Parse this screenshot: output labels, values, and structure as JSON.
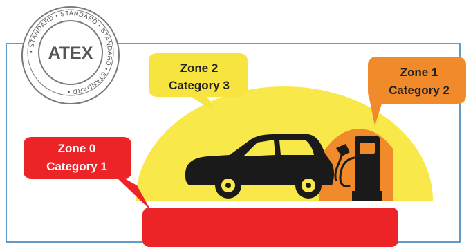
{
  "seal": {
    "title": "ATEX",
    "ring_text": "• STANDARD • STANDARD • STANDARD • STANDARD •"
  },
  "zones": [
    {
      "id": "zone2",
      "line1": "Zone 2",
      "line2": "Category 3",
      "color": "#f7e43f",
      "text_color": "#222222"
    },
    {
      "id": "zone1",
      "line1": "Zone 1",
      "line2": "Category 2",
      "color": "#f08a2a",
      "text_color": "#222222"
    },
    {
      "id": "zone0",
      "line1": "Zone 0",
      "line2": "Category 1",
      "color": "#ec2327",
      "text_color": "#ffffff"
    }
  ],
  "colors": {
    "frame": "#2e7ab6",
    "zone2_fill": "#f9e84a",
    "zone1_fill": "#f08a2a",
    "zone0_fill": "#ec2327",
    "silhouette": "#1a1a1a",
    "seal": "#7a7a7a"
  },
  "icons": [
    "atex-seal-icon",
    "car-icon",
    "fuel-pump-icon"
  ]
}
